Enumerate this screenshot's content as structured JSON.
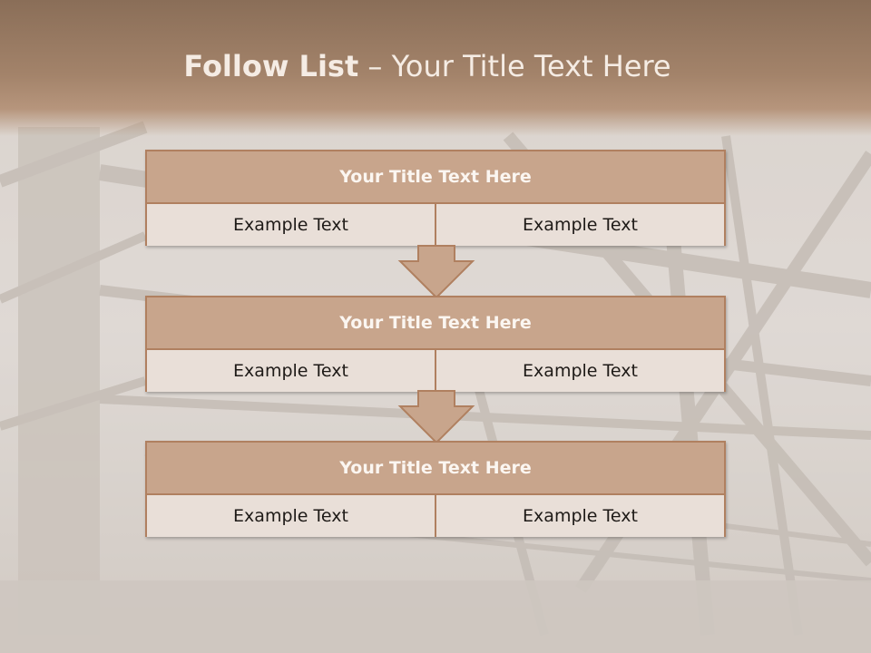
{
  "slide": {
    "title_bold": "Follow List",
    "title_rest": " – Your Title Text Here"
  },
  "blocks": [
    {
      "title": "Your Title Text Here",
      "cells": [
        "Example Text",
        "Example Text"
      ]
    },
    {
      "title": "Your Title Text Here",
      "cells": [
        "Example Text",
        "Example Text"
      ]
    },
    {
      "title": "Your Title Text Here",
      "cells": [
        "Example Text",
        "Example Text"
      ]
    }
  ],
  "colors": {
    "accent": "#b08060",
    "header_fill": "#c8a58c",
    "cell_fill": "#e9dfd8",
    "title_bar": "#9c7c64"
  }
}
